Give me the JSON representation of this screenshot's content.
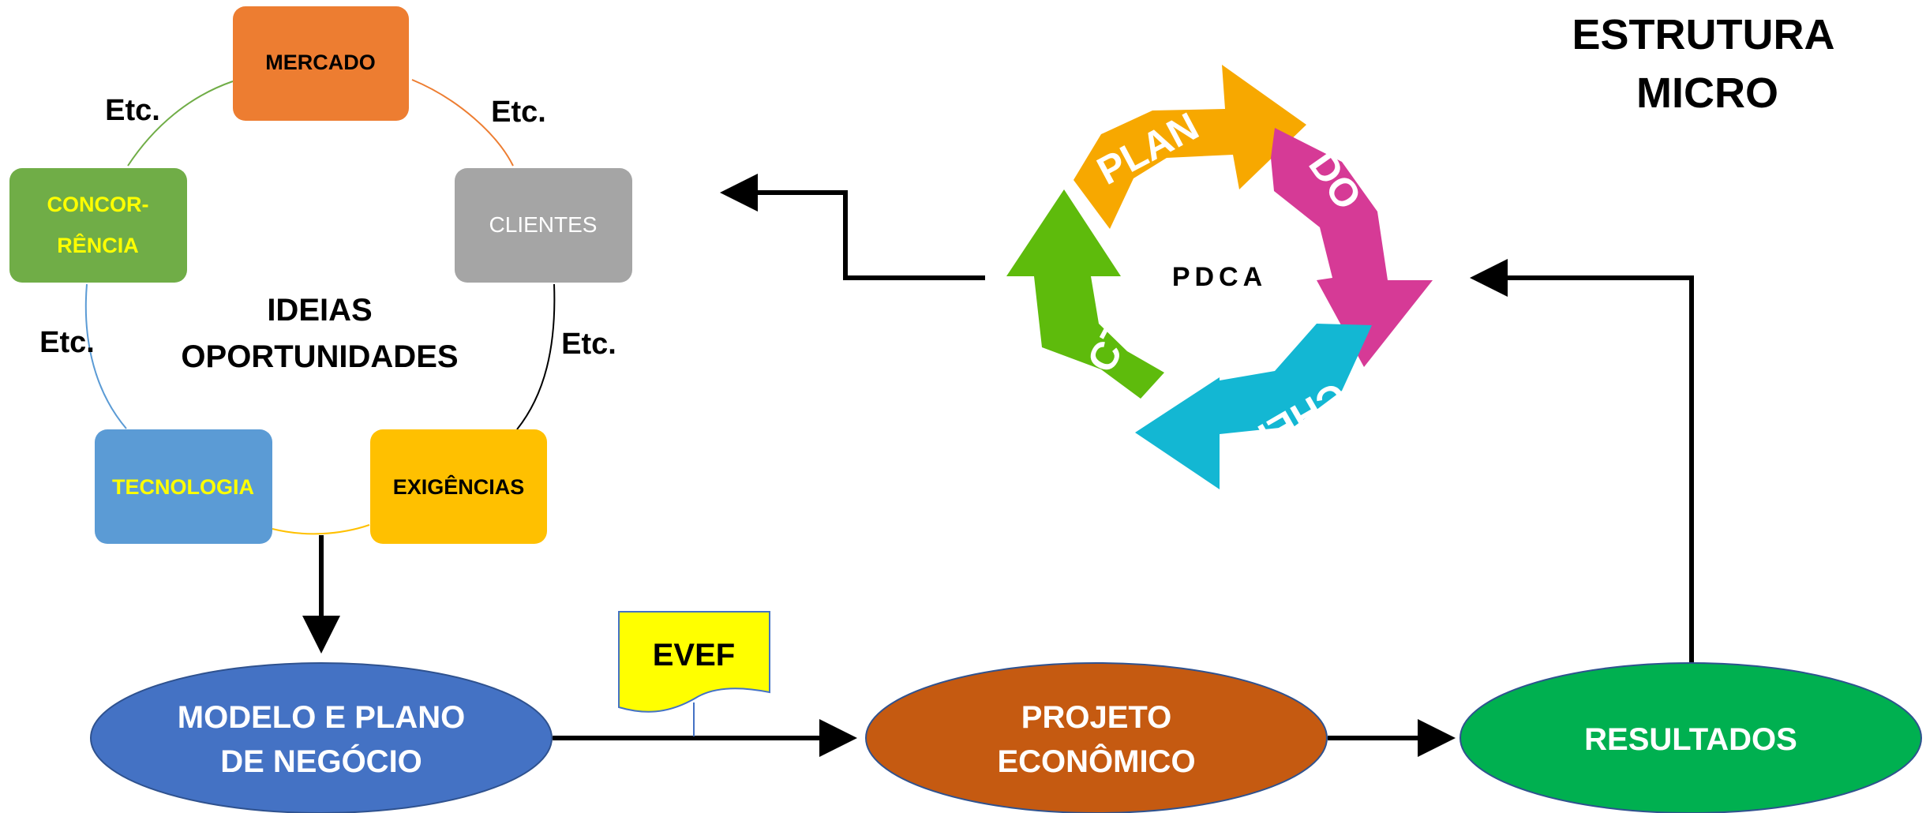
{
  "title": {
    "line1": "ESTRUTURA",
    "line2": "MICRO"
  },
  "cycle": {
    "center_line1": "IDEIAS",
    "center_line2": "OPORTUNIDADES",
    "nodes": {
      "mercado": "MERCADO",
      "clientes": "CLIENTES",
      "exigencias": "EXIGÊNCIAS",
      "tecnologia": "TECNOLOGIA",
      "concorrencia_line1": "CONCOR-",
      "concorrencia_line2": "RÊNCIA"
    },
    "etc_labels": [
      "Etc.",
      "Etc.",
      "Etc.",
      "Etc."
    ]
  },
  "flow": {
    "modelo_line1": "MODELO E PLANO",
    "modelo_line2": "DE NEGÓCIO",
    "evef": "EVEF",
    "projeto_line1": "PROJETO",
    "projeto_line2": "ECONÔMICO",
    "resultados": "RESULTADOS"
  },
  "pdca": {
    "center": "PDCA",
    "plan": "PLAN",
    "do": "DO",
    "check": "CHEK",
    "act": "ACT"
  },
  "colors": {
    "mercado": "#ED7D31",
    "clientes": "#A5A5A5",
    "exigencias": "#FFC000",
    "tecnologia": "#5B9BD5",
    "concorrencia": "#70AD47",
    "modelo": "#4472C4",
    "projeto": "#C55A11",
    "resultados": "#00B050",
    "evef": "#FFFF00",
    "plan": "#F7A800",
    "do": "#D63A96",
    "check": "#13B7D3",
    "act": "#5EBB0C"
  }
}
